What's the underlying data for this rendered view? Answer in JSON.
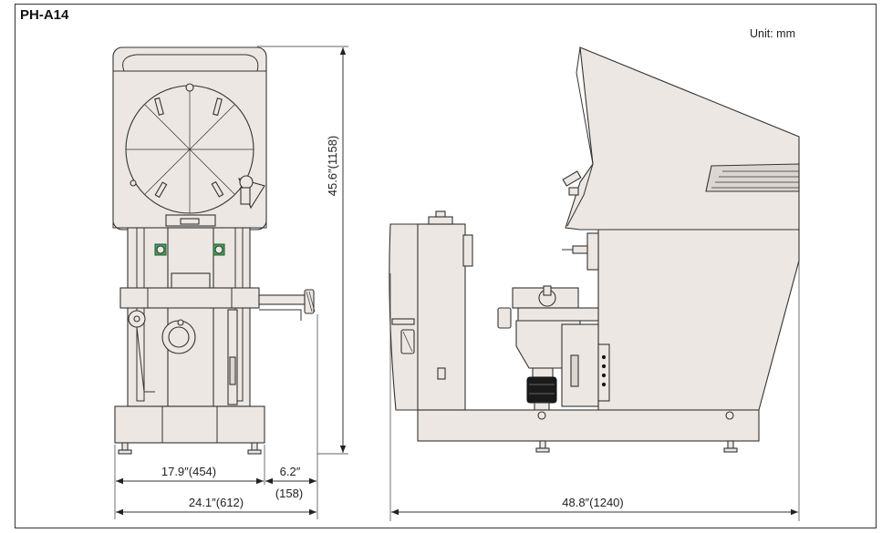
{
  "title": "PH-A14",
  "unit_label": "Unit: mm",
  "dimensions": {
    "height": "45.6″(1158)",
    "front_width_inner": "17.9″(454)",
    "front_side_ext_in": "6.2″",
    "front_side_ext_mm": "(158)",
    "front_total": "24.1″(612)",
    "side_total": "48.8″(1240)"
  }
}
